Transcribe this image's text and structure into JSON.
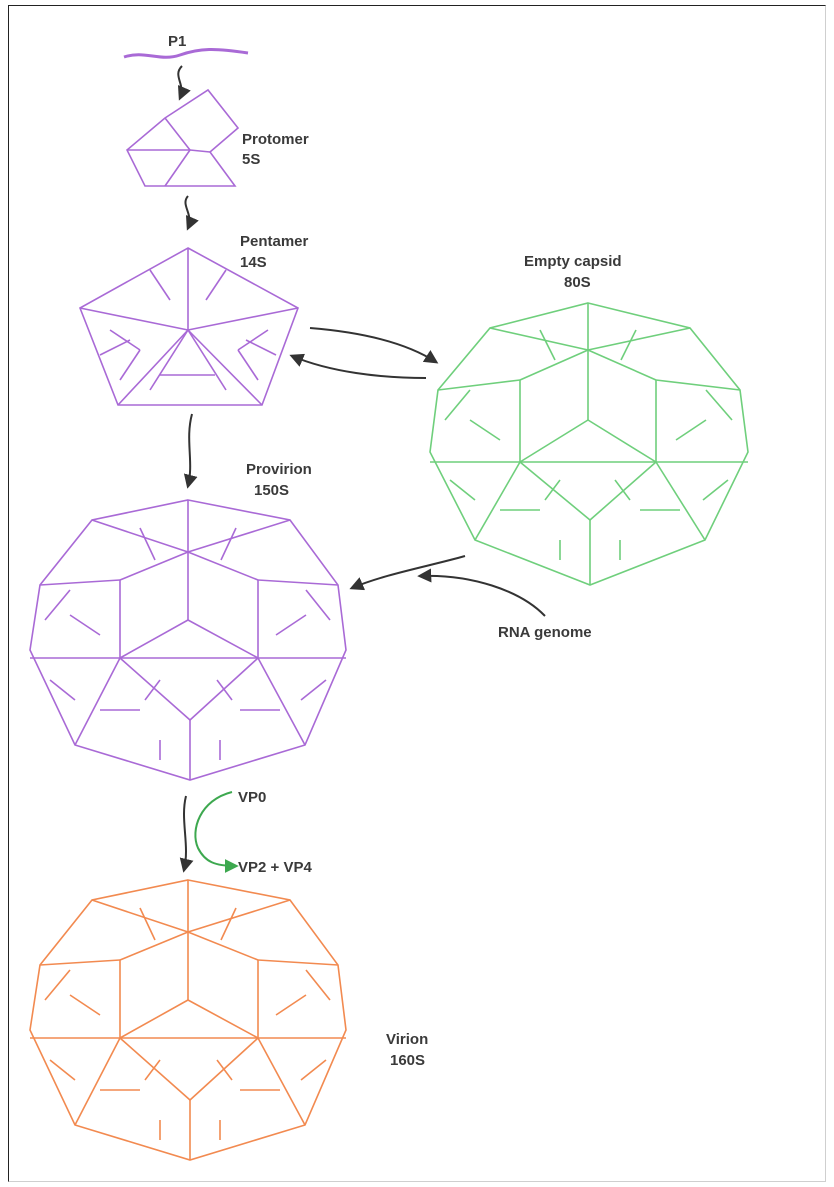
{
  "colors": {
    "purple": "#a96ad6",
    "green": "#6fcf7c",
    "orange": "#f28a50",
    "arrow": "#333333",
    "label": "#3a3a3a"
  },
  "labels": {
    "p1": "P1",
    "protomer_name": "Protomer",
    "protomer_sed": "5S",
    "pentamer_name": "Pentamer",
    "pentamer_sed": "14S",
    "empty_capsid_name": "Empty capsid",
    "empty_capsid_sed": "80S",
    "provirion_name": "Provirion",
    "provirion_sed": "150S",
    "rna_genome": "RNA genome",
    "vp0": "VP0",
    "vp2_vp4": "VP2 + VP4",
    "virion_name": "Virion",
    "virion_sed": "160S"
  }
}
